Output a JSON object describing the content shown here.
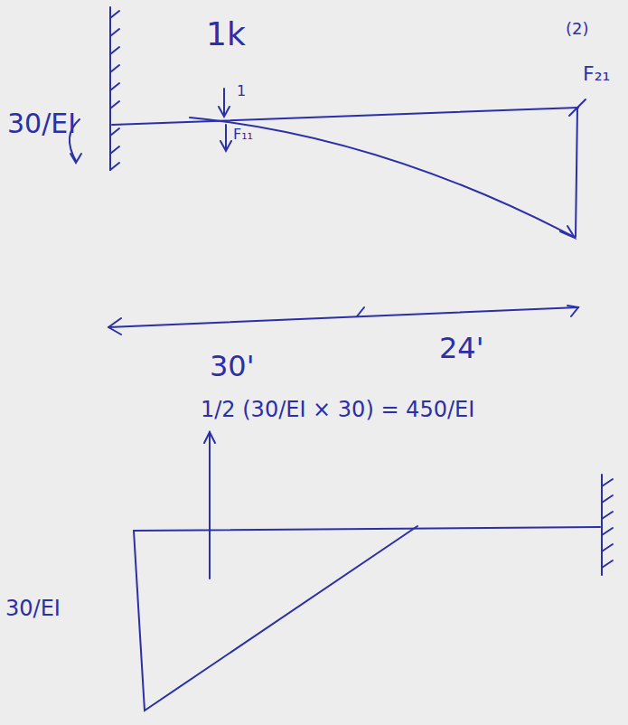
{
  "diagram": {
    "labels": [
      "1k",
      "1",
      "F₁₁",
      "(2)",
      "F₂₁",
      "30/EI",
      "30'",
      "24'",
      "1/2 (30/EI × 30) = 450/EI",
      "30/EI"
    ]
  }
}
